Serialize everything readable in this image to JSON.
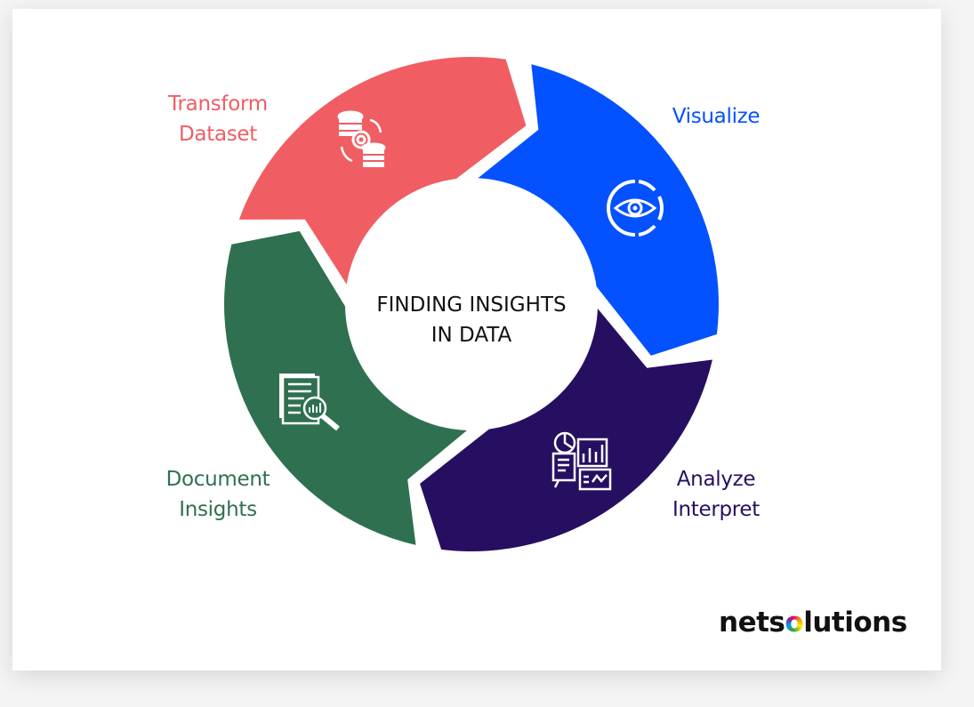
{
  "center_title": [
    "FINDING INSIGHTS",
    "IN DATA"
  ],
  "steps": [
    {
      "id": "transform",
      "lines": [
        "Transform",
        "Dataset"
      ],
      "color": "#f05d63",
      "icon": "database-gear-icon"
    },
    {
      "id": "visualize",
      "lines": [
        "Visualize"
      ],
      "color": "#0451ff",
      "icon": "eye-icon"
    },
    {
      "id": "analyze",
      "lines": [
        "Analyze",
        "Interpret"
      ],
      "color": "#260f61",
      "icon": "dashboard-chart-icon"
    },
    {
      "id": "document",
      "lines": [
        "Document",
        "Insights"
      ],
      "color": "#2f7051",
      "icon": "document-search-icon"
    }
  ],
  "logo": {
    "text": "netsolutions"
  }
}
